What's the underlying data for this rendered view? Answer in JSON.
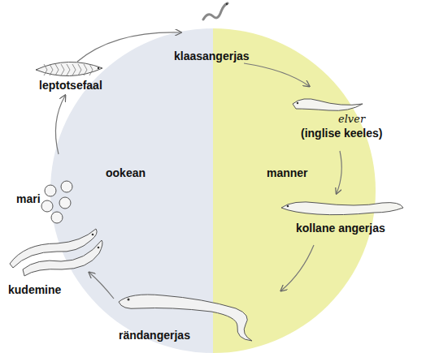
{
  "diagram": {
    "nodes": [
      {
        "text": [
          "ookean"
        ]
      },
      {
        "text": [
          "manner"
        ]
      }
    ],
    "labels": [
      "klaasangerjas",
      "leptotsefaal",
      "mari",
      "elver",
      "(inglise keeles)",
      "kollane angerjas",
      "kudemine",
      "rändangerjas"
    ]
  }
}
